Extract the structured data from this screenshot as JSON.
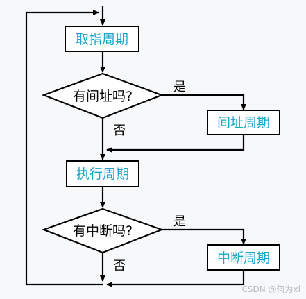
{
  "colors": {
    "line": "#000000",
    "box_fill": "#ffffff",
    "box_border": "#000000",
    "box_text": "#1aa8c9",
    "diamond_text": "#000000",
    "label_text": "#000000"
  },
  "nodes": {
    "fetch_cycle": "取指周期",
    "indirect_question": "有间址吗?",
    "indirect_cycle": "间址周期",
    "execute_cycle": "执行周期",
    "interrupt_question": "有中断吗?",
    "interrupt_cycle": "中断周期"
  },
  "branch_labels": {
    "yes_top": "是",
    "no_top": "否",
    "yes_bottom": "是",
    "no_bottom": "否"
  },
  "watermark": "CSDN @何为xl"
}
